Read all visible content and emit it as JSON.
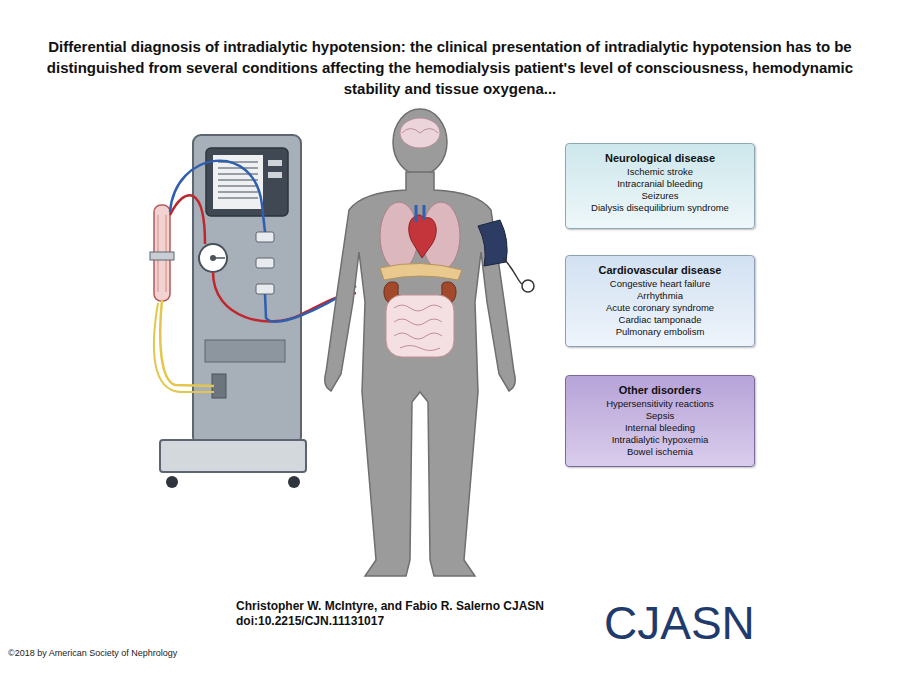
{
  "diagram": {
    "title": "Differential diagnosis of intradialytic hypotension: the clinical presentation of intradialytic hypotension has to be distinguished from several conditions affecting the hemodialysis patient's level of consciousness, hemodynamic stability and tissue oxygena...",
    "nodes": [
      {
        "text": [
          "Neurological disease",
          "Ischemic stroke",
          "Intracranial bleeding",
          "Seizures",
          "Dialysis disequilibrium syndrome"
        ]
      },
      {
        "text": [
          "Cardiovascular disease",
          "Congestive heart failure",
          "Arrhythmia",
          "Acute coronary syndrome",
          "Cardiac tamponade",
          "Pulmonary embolism"
        ]
      },
      {
        "text": [
          "Other disorders",
          "Hypersensitivity reactions",
          "Sepsis",
          "Internal bleeding",
          "Intradialytic hypoxemia",
          "Bowel ischemia"
        ]
      }
    ],
    "labels": [
      "Christopher W. McIntyre, and Fabio R. Salerno CJASN",
      "doi:10.2215/CJN.11131017",
      "CJASN",
      "©2018 by American Society of Nephrology"
    ]
  }
}
